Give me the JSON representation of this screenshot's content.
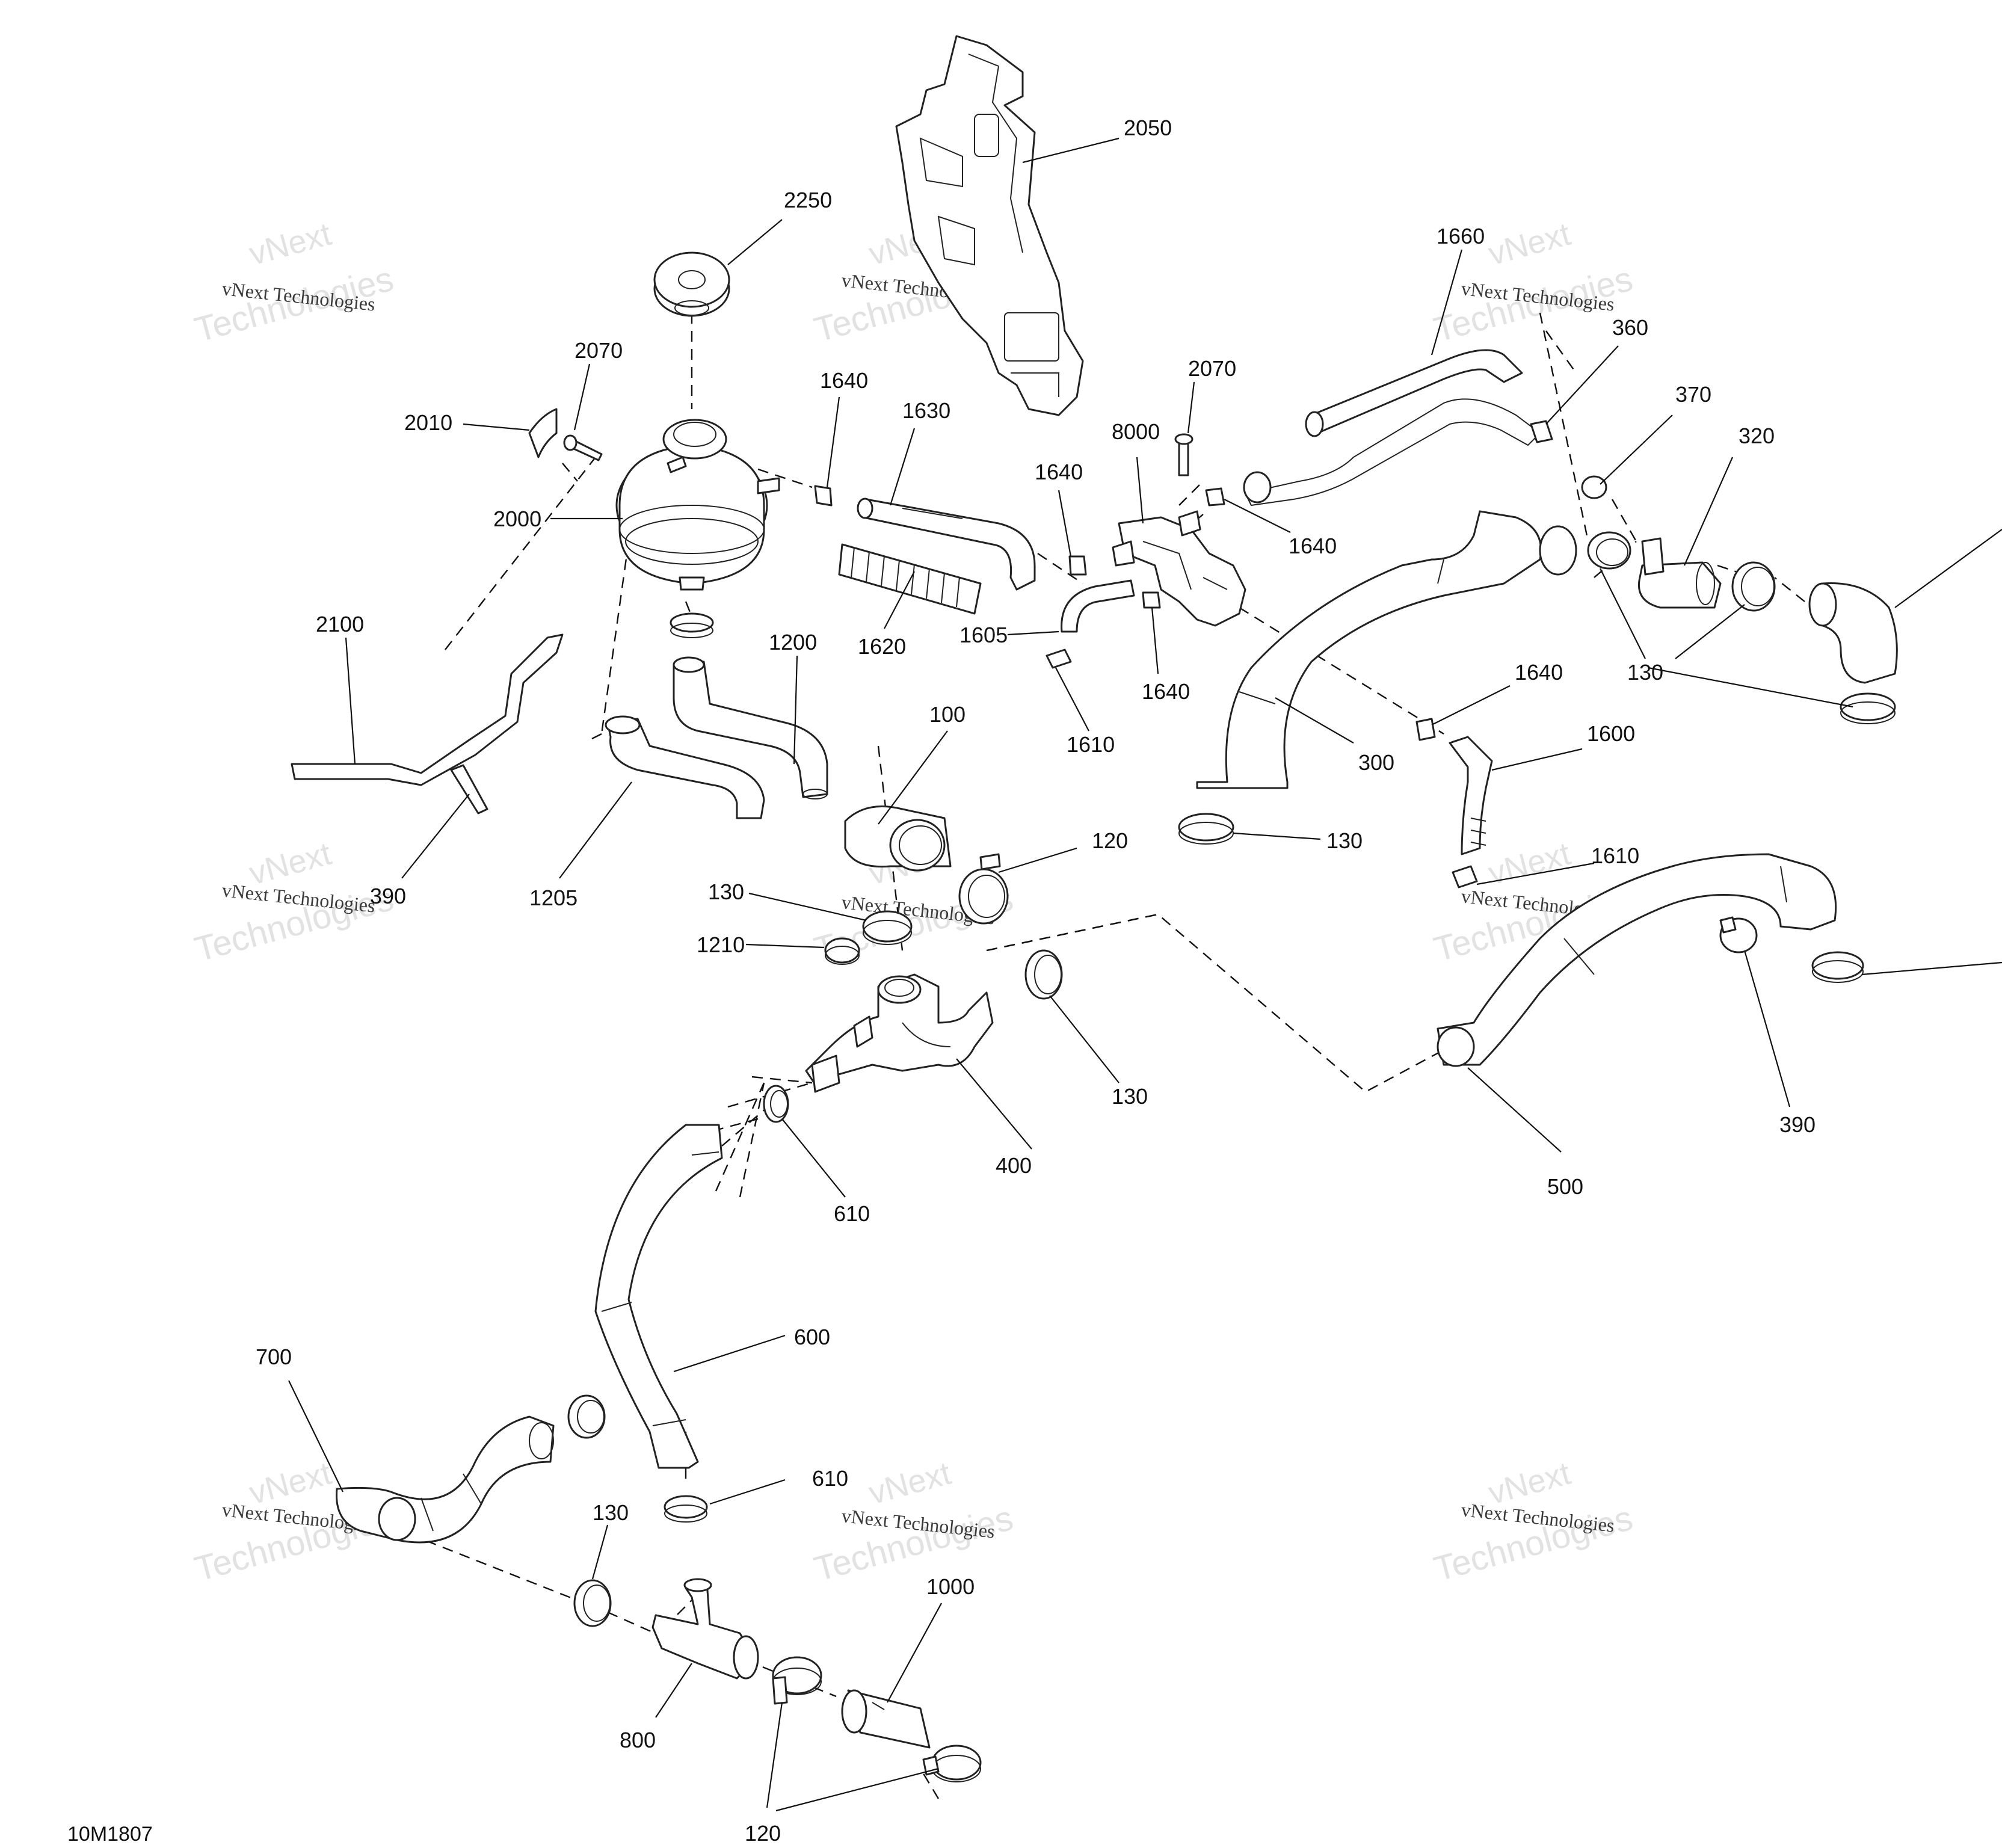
{
  "diagram": {
    "figure_id": "10M1807",
    "watermark": {
      "line1": "vNext",
      "line2": "vNext Technologies",
      "line3": "Technologies"
    },
    "callouts": [
      {
        "id": "c-2050",
        "label": "2050"
      },
      {
        "id": "c-2250",
        "label": "2250"
      },
      {
        "id": "c-2070a",
        "label": "2070"
      },
      {
        "id": "c-2010",
        "label": "2010"
      },
      {
        "id": "c-2000",
        "label": "2000"
      },
      {
        "id": "c-1640a",
        "label": "1640"
      },
      {
        "id": "c-1630",
        "label": "1630"
      },
      {
        "id": "c-1620",
        "label": "1620"
      },
      {
        "id": "c-2100",
        "label": "2100"
      },
      {
        "id": "c-1200",
        "label": "1200"
      },
      {
        "id": "c-390a",
        "label": "390"
      },
      {
        "id": "c-1205",
        "label": "1205"
      },
      {
        "id": "c-100",
        "label": "100"
      },
      {
        "id": "c-120a",
        "label": "120"
      },
      {
        "id": "c-130a",
        "label": "130"
      },
      {
        "id": "c-1210",
        "label": "1210"
      },
      {
        "id": "c-130b",
        "label": "130"
      },
      {
        "id": "c-400",
        "label": "400"
      },
      {
        "id": "c-610a",
        "label": "610"
      },
      {
        "id": "c-600",
        "label": "600"
      },
      {
        "id": "c-610b",
        "label": "610"
      },
      {
        "id": "c-700",
        "label": "700"
      },
      {
        "id": "c-130c",
        "label": "130"
      },
      {
        "id": "c-800",
        "label": "800"
      },
      {
        "id": "c-1000",
        "label": "1000"
      },
      {
        "id": "c-120b",
        "label": "120"
      },
      {
        "id": "c-2070b",
        "label": "2070"
      },
      {
        "id": "c-8000",
        "label": "8000"
      },
      {
        "id": "c-1640b",
        "label": "1640"
      },
      {
        "id": "c-1640c",
        "label": "1640"
      },
      {
        "id": "c-1605",
        "label": "1605"
      },
      {
        "id": "c-1640d",
        "label": "1640"
      },
      {
        "id": "c-1610a",
        "label": "1610"
      },
      {
        "id": "c-1660",
        "label": "1660"
      },
      {
        "id": "c-360",
        "label": "360"
      },
      {
        "id": "c-370",
        "label": "370"
      },
      {
        "id": "c-320",
        "label": "320"
      },
      {
        "id": "c-130d",
        "label": "130"
      },
      {
        "id": "c-300",
        "label": "300"
      },
      {
        "id": "c-130e",
        "label": "130"
      },
      {
        "id": "c-1640e",
        "label": "1640"
      },
      {
        "id": "c-1600",
        "label": "1600"
      },
      {
        "id": "c-1610b",
        "label": "1610"
      },
      {
        "id": "c-390b",
        "label": "390"
      },
      {
        "id": "c-500",
        "label": "500"
      }
    ]
  }
}
